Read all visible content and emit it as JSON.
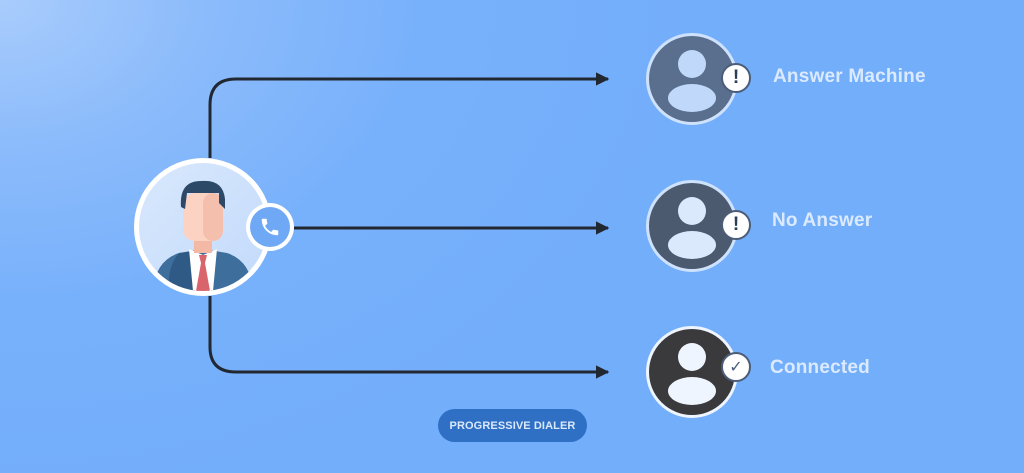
{
  "diagram": {
    "title": "PROGRESSIVE DIALER",
    "source": {
      "name": "agent",
      "icon": "businessman-avatar-icon",
      "badge_icon": "phone-icon"
    },
    "outcomes": [
      {
        "label": "Answer Machine",
        "icon": "user-icon",
        "status_icon": "exclamation-icon",
        "status_glyph": "!",
        "circle_color": "#5a6f8d",
        "person_color": "#c0d9fb"
      },
      {
        "label": "No Answer",
        "icon": "user-icon",
        "status_icon": "exclamation-icon",
        "status_glyph": "!",
        "circle_color": "#4b5a6e",
        "person_color": "#dbe9fd"
      },
      {
        "label": "Connected",
        "icon": "user-icon",
        "status_icon": "checkmark-icon",
        "status_glyph": "✓",
        "circle_color": "#3a3a3c",
        "person_color": "#eef5ff"
      }
    ],
    "colors": {
      "background": "#78b1fb",
      "connector": "#222831",
      "pill": "#2f6fc4",
      "label_text": "#dbeafe"
    }
  }
}
